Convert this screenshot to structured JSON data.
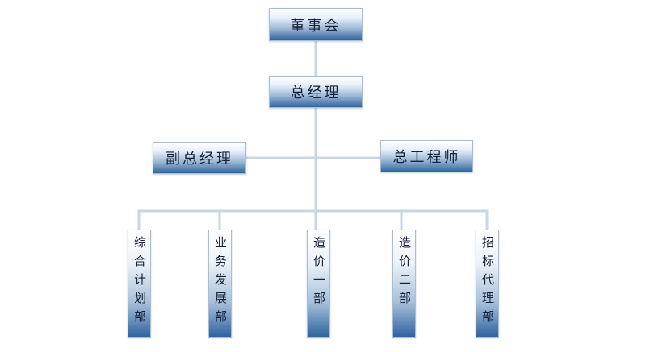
{
  "chart": {
    "board": "董事会",
    "ceo": "总经理",
    "deputy_gm": "副总经理",
    "chief_engineer": "总工程师",
    "departments": [
      "综合计划部",
      "业务发展部",
      "造价一部",
      "造价二部",
      "招标代理部"
    ]
  },
  "colors": {
    "box_top": "#ffffff",
    "box_bottom": "#2f64a0",
    "connector": "#c9d6e4",
    "text": "#16213a"
  }
}
